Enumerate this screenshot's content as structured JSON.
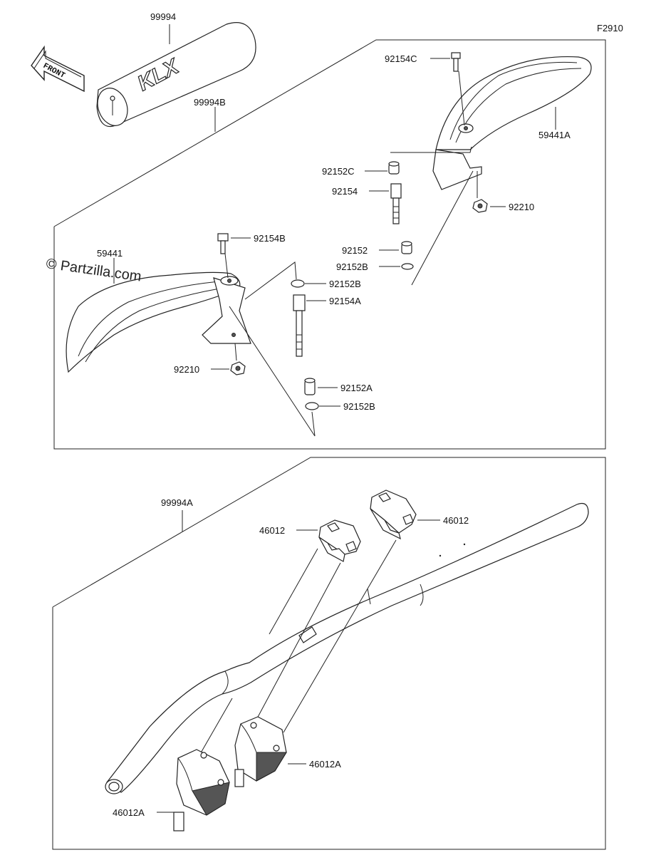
{
  "figure_code": "F2910",
  "watermark": "© Partzilla.com",
  "front_label": "FRONT",
  "pad_logo": "KLX",
  "callouts": {
    "pad": "99994",
    "guard_set": "99994B",
    "bar_set": "99994A",
    "guard_left": "59441",
    "guard_right": "59441A",
    "bolt_c": "92154C",
    "bolt_b": "92154B",
    "bolt": "92154",
    "bolt_a": "92154A",
    "collar_c": "92152C",
    "collar": "92152",
    "collar_a": "92152A",
    "washer_b_upper": "92152B",
    "washer_b_mid": "92152B",
    "washer_b_lower": "92152B",
    "nut_right": "92210",
    "nut_left": "92210",
    "clamp_upper_left": "46012",
    "clamp_upper_right": "46012",
    "holder_right": "46012A",
    "holder_left": "46012A"
  }
}
